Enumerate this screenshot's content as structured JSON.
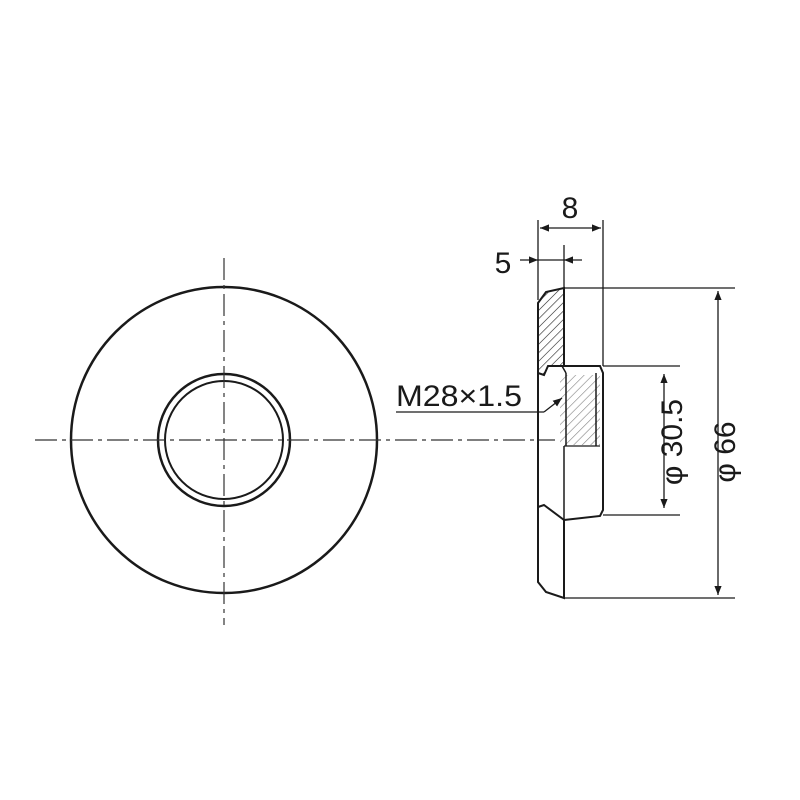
{
  "dimensions": {
    "total_thickness": "8",
    "flange_thickness": "5",
    "thread": "M28×1.5",
    "boss_diameter": "φ 30.5",
    "flange_diameter": "φ 66"
  },
  "colors": {
    "line": "#1a1a1a",
    "centerline": "#333333",
    "background": "#ffffff"
  }
}
